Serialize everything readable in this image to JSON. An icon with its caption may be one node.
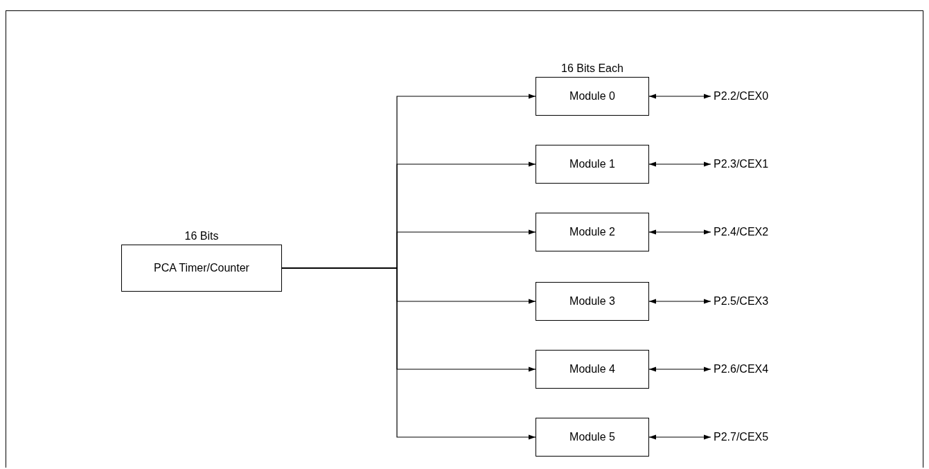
{
  "diagram": {
    "nodes": [
      {
        "text": [
          "PCA Timer/Counter"
        ],
        "beside": [
          "16 Bits"
        ]
      },
      {
        "text": [
          "Module 0"
        ],
        "beside": [
          "16 Bits Each"
        ]
      },
      {
        "text": [
          "Module 1"
        ]
      },
      {
        "text": [
          "Module 2"
        ]
      },
      {
        "text": [
          "Module 3"
        ]
      },
      {
        "text": [
          "Module 4"
        ]
      },
      {
        "text": [
          "Module 5"
        ]
      },
      {
        "text": [
          "P2.2/CEX0"
        ]
      },
      {
        "text": [
          "P2.3/CEX1"
        ]
      },
      {
        "text": [
          "P2.4/CEX2"
        ]
      },
      {
        "text": [
          "P2.5/CEX3"
        ]
      },
      {
        "text": [
          "P2.6/CEX4"
        ]
      },
      {
        "text": [
          "P2.7/CEX5"
        ]
      }
    ],
    "edges": [
      {
        "from": 0,
        "to": 1,
        "arrow": "to"
      },
      {
        "from": 0,
        "to": 2,
        "arrow": "to"
      },
      {
        "from": 0,
        "to": 3,
        "arrow": "to"
      },
      {
        "from": 0,
        "to": 4,
        "arrow": "to"
      },
      {
        "from": 0,
        "to": 5,
        "arrow": "to"
      },
      {
        "from": 0,
        "to": 6,
        "arrow": "to"
      },
      {
        "from": 1,
        "to": 7,
        "arrow": "both"
      },
      {
        "from": 2,
        "to": 8,
        "arrow": "both"
      },
      {
        "from": 3,
        "to": 9,
        "arrow": "both"
      },
      {
        "from": 4,
        "to": 10,
        "arrow": "both"
      },
      {
        "from": 5,
        "to": 11,
        "arrow": "both"
      },
      {
        "from": 6,
        "to": 12,
        "arrow": "both"
      }
    ]
  }
}
